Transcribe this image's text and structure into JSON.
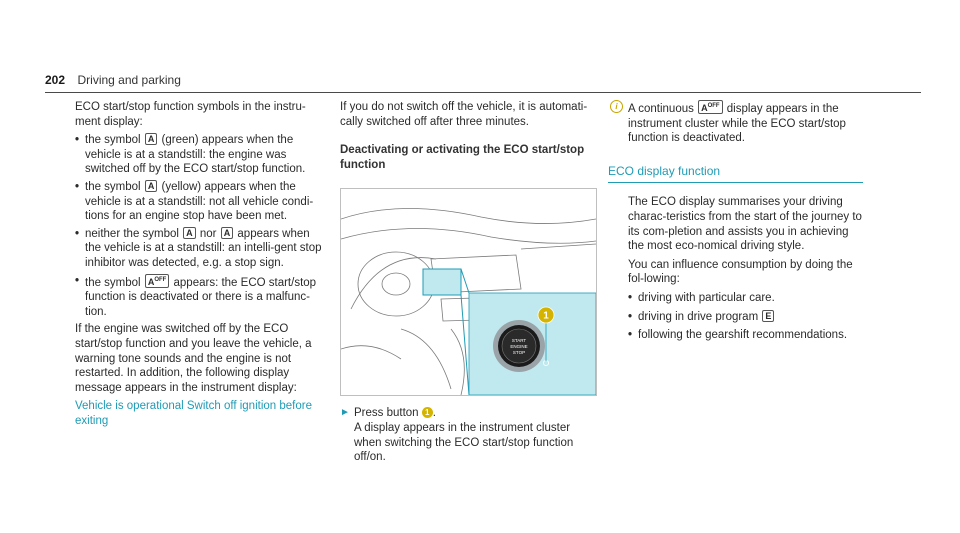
{
  "header": {
    "page_number": "202",
    "section": "Driving and parking"
  },
  "col1": {
    "intro": "ECO start/stop function symbols in the instru-ment display:",
    "bullet1_a": "the symbol",
    "bullet1_b": "(green) appears when the vehicle is at a standstill: the engine was switched off by the ECO start/stop function.",
    "bullet2_a": "the symbol",
    "bullet2_b": "(yellow) appears when the vehicle is at a standstill: not all vehicle condi-tions for an engine stop have been met.",
    "bullet3_a": "neither the symbol",
    "bullet3_b": "nor",
    "bullet3_c": "appears when the vehicle is at a standstill: an intelli-gent stop inhibitor was detected, e.g. a stop sign.",
    "bullet4_a": "the symbol",
    "bullet4_b": "appears: the ECO start/stop function is deactivated or there is a malfunc-tion.",
    "para": "If the engine was switched off by the ECO start/stop function and you leave the vehicle, a warning tone sounds and the engine is not restarted. In addition, the following display message appears in the instrument display:",
    "message": "Vehicle is operational Switch off ignition before exiting",
    "symbols": {
      "a": "A",
      "off": "OFF"
    }
  },
  "col2": {
    "para": "If you do not switch off the vehicle, it is automati-cally switched off after three minutes.",
    "subheading": "Deactivating or activating the ECO start/stop function",
    "callout_number": "1",
    "button_text": [
      "START",
      "ENGINE",
      "STOP"
    ],
    "step_a": "Press button",
    "step_b": ".",
    "step_result": "A display appears in the instrument cluster when switching the ECO start/stop function off/on."
  },
  "col3": {
    "note_a": "A continuous",
    "note_b": "display appears in the instrument cluster while the ECO start/stop function is deactivated.",
    "heading": "ECO display function",
    "para1": "The ECO display summarises your driving charac-teristics from the start of the journey to its com-pletion and assists you in achieving the most eco-nomical driving style.",
    "para2": "You can influence consumption by doing the fol-lowing:",
    "items": [
      "driving with particular care.",
      "driving in drive program",
      "following the gearshift recommendations."
    ],
    "program_symbol": "E",
    "bullet_char": "•",
    "info_char": "i"
  },
  "colors": {
    "accent": "#1f9bb5",
    "callout": "#d4b400",
    "panel": "#bfe9ee"
  }
}
